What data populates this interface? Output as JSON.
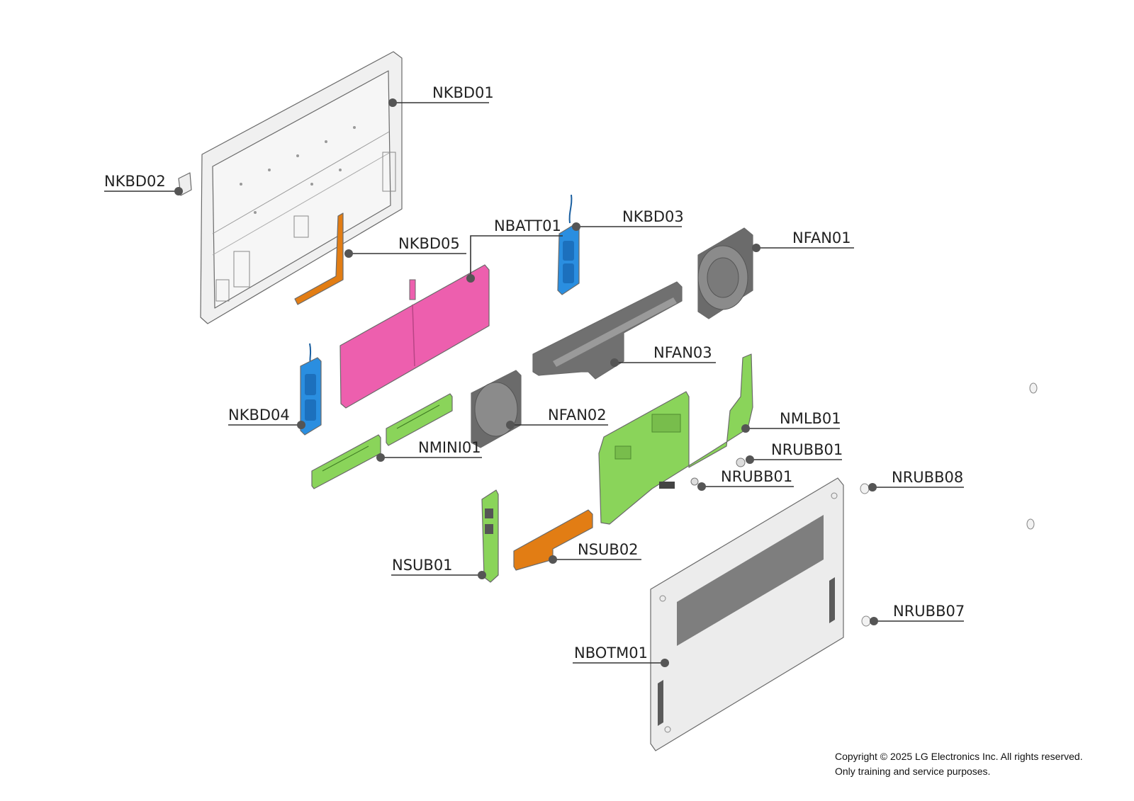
{
  "colors": {
    "frame": "#f0f0f0",
    "battery": "#ed5fae",
    "speaker": "#2a8ee0",
    "board": "#8ad45a",
    "flex": "#e27d14",
    "fan": "#6b6b6b",
    "bottom": "#ececec",
    "leader": "#333333"
  },
  "labels": {
    "NKBD01": "NKBD01",
    "NKBD02": "NKBD02",
    "NKBD03": "NKBD03",
    "NKBD04": "NKBD04",
    "NKBD05": "NKBD05",
    "NBATT01": "NBATT01",
    "NFAN01": "NFAN01",
    "NFAN02": "NFAN02",
    "NFAN03": "NFAN03",
    "NMLB01": "NMLB01",
    "NMINI01": "NMINI01",
    "NRUBB01_a": "NRUBB01",
    "NRUBB01_b": "NRUBB01",
    "NRUBB08": "NRUBB08",
    "NRUBB07": "NRUBB07",
    "NSUB01": "NSUB01",
    "NSUB02": "NSUB02",
    "NBOTM01": "NBOTM01"
  },
  "copyright": {
    "line1": "Copyright © 2025 LG Electronics Inc. All rights reserved.",
    "line2": "Only training and service purposes."
  }
}
